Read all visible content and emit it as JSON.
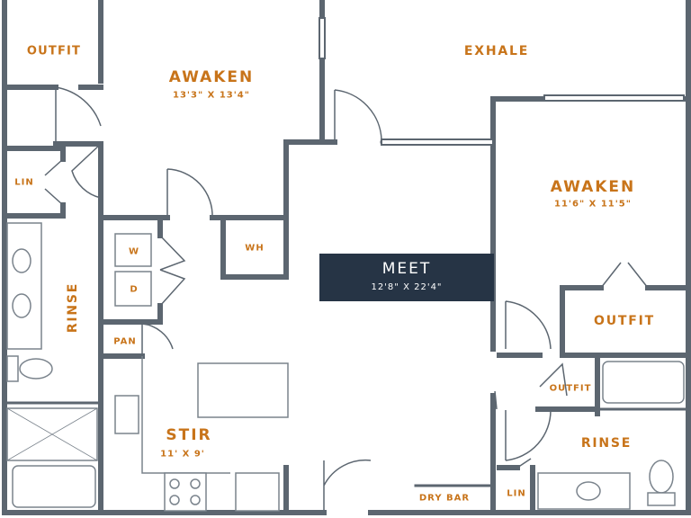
{
  "rooms": {
    "outfit_top_left": "OUTFIT",
    "awaken_left": "AWAKEN",
    "awaken_left_dim": "13'3\" X 13'4\"",
    "exhale": "EXHALE",
    "awaken_right": "AWAKEN",
    "awaken_right_dim": "11'6\" X 11'5\"",
    "lin_left": "LIN",
    "rinse_left": "RINSE",
    "w": "W",
    "d": "D",
    "wh": "WH",
    "meet": "MEET",
    "meet_dim": "12'8\" X 22'4\"",
    "pan": "PAN",
    "outfit_right": "OUTFIT",
    "outfit_small": "OUTFIT",
    "stir": "STIR",
    "stir_dim": "11' X 9'",
    "rinse_right": "RINSE",
    "dry_bar": "DRY BAR",
    "lin_right": "LIN"
  },
  "colors": {
    "wall": "#5c6670",
    "label": "#c8741a",
    "meet_bg": "#263445",
    "fixture": "#7a838c"
  }
}
